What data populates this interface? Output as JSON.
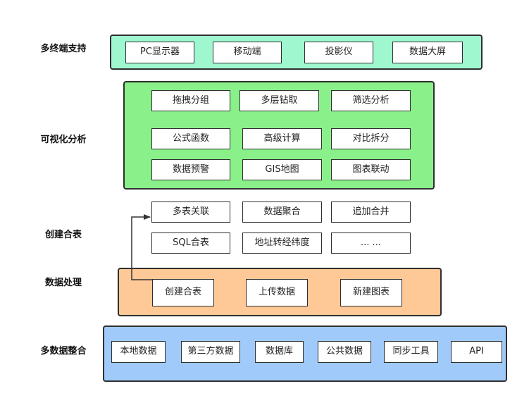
{
  "layers": {
    "terminal": {
      "label": "多终端支持",
      "nodes": [
        "PC显示器",
        "移动端",
        "投影仪",
        "数据大屏"
      ]
    },
    "visual": {
      "label": "可视化分析",
      "nodes": [
        "拖拽分组",
        "多层钻取",
        "筛选分析",
        "公式函数",
        "高级计算",
        "对比拆分",
        "数据预警",
        "GIS地图",
        "图表联动"
      ]
    },
    "join": {
      "label": "创建合表",
      "nodes": [
        "多表关联",
        "数据聚合",
        "追加合并",
        "SQL合表",
        "地址转经纬度",
        "... ..."
      ]
    },
    "process": {
      "label": "数据处理",
      "nodes": [
        "创建合表",
        "上传数据",
        "新建图表"
      ]
    },
    "integration": {
      "label": "多数据整合",
      "nodes": [
        "本地数据",
        "第三方数据",
        "数据库",
        "公共数据",
        "同步工具",
        "API"
      ]
    }
  }
}
